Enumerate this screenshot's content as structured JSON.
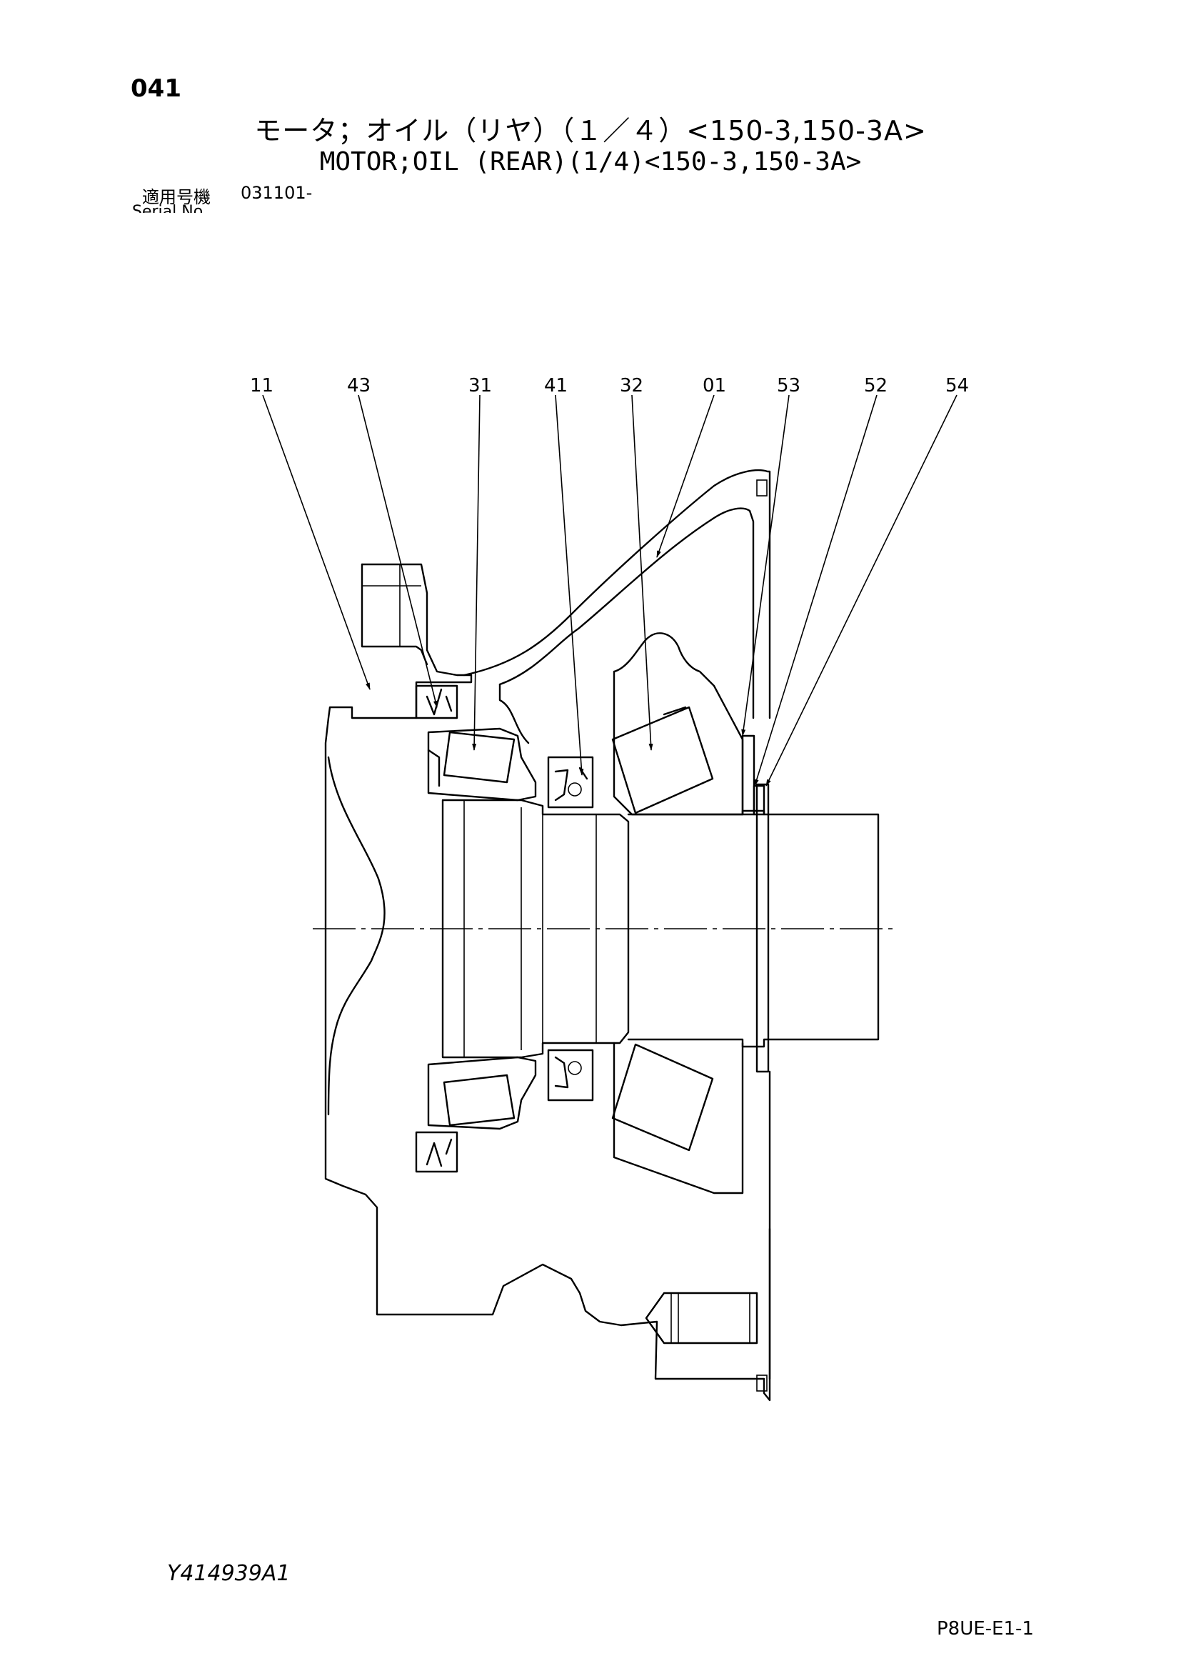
{
  "header": {
    "page_number": "041",
    "title_jp": "モータ；オイル（リヤ）（１／４）<150-3,150-3A>",
    "title_en": "MOTOR;OIL (REAR)(1/4)<150-3,150-3A>",
    "serial_label_jp": "適用号機",
    "serial_value": "031101-",
    "serial_label_en": "Serial No."
  },
  "callouts": [
    {
      "id": "callout-11",
      "label": "11"
    },
    {
      "id": "callout-43",
      "label": "43"
    },
    {
      "id": "callout-31",
      "label": "31"
    },
    {
      "id": "callout-41",
      "label": "41"
    },
    {
      "id": "callout-32",
      "label": "32"
    },
    {
      "id": "callout-01",
      "label": "01"
    },
    {
      "id": "callout-53",
      "label": "53"
    },
    {
      "id": "callout-52",
      "label": "52"
    },
    {
      "id": "callout-54",
      "label": "54"
    }
  ],
  "footer": {
    "drawing_code": "Y414939A1",
    "page_ref": "P8UE-E1-1"
  }
}
